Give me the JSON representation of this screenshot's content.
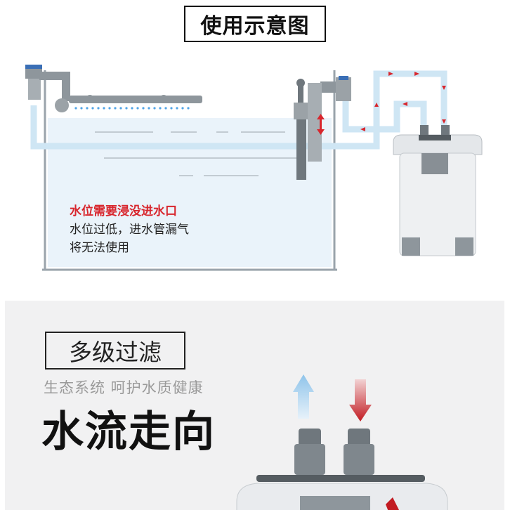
{
  "title": "使用示意图",
  "warning": {
    "line1": "水位需要浸没进水口",
    "line2": "水位过低，进水管漏气",
    "line3": "将无法使用"
  },
  "section2": {
    "heading": "多级过滤",
    "tagline": "生态系统 呵护水质健康",
    "big_title": "水流走向"
  },
  "colors": {
    "pipe": "#cfe6f4",
    "water": "#eaf3fa",
    "flow_arrow": "#d8262d",
    "up_arrow": "#8fc4ea",
    "down_arrow": "#c21b22"
  },
  "icons": [
    "up-arrow-icon",
    "down-arrow-icon",
    "double-arrow-icon"
  ]
}
